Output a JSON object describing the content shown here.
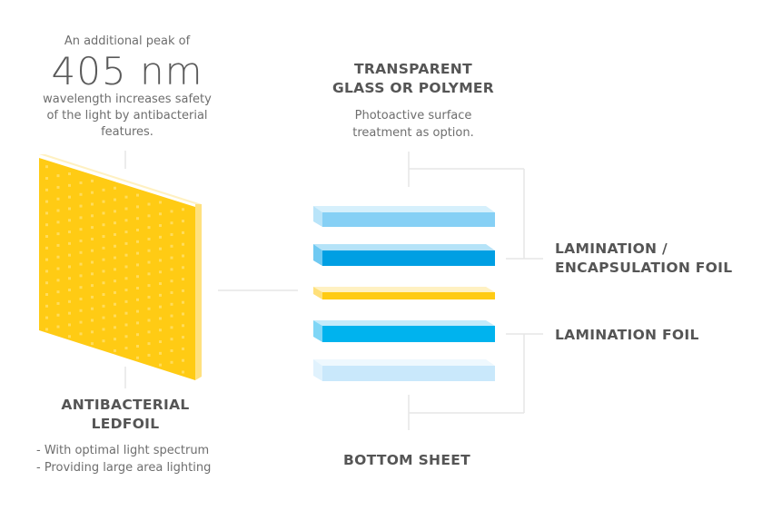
{
  "intro": {
    "lead": "An additional peak of",
    "highlight": "405 nm",
    "description_lines": [
      "wavelength increases safety",
      "of the light by antibacterial",
      "features."
    ]
  },
  "glass": {
    "title_lines": [
      "TRANSPARENT",
      "GLASS OR POLYMER"
    ],
    "description_lines": [
      "Photoactive surface",
      "treatment as option."
    ]
  },
  "ledfoil": {
    "title_lines": [
      "ANTIBACTERIAL",
      "LEDFOIL"
    ],
    "bullets": [
      "- With optimal light spectrum",
      "- Providing large area lighting"
    ]
  },
  "labels": {
    "lamination_encapsulation_lines": [
      "LAMINATION /",
      "ENCAPSULATION FOIL"
    ],
    "lamination": "LAMINATION FOIL",
    "bottom_sheet": "BOTTOM SHEET"
  },
  "layers": [
    {
      "name": "transparent-glass-layer",
      "front": "#86d0f5",
      "top": "#d6f0fc",
      "side": "#b9e4f9"
    },
    {
      "name": "lamination-encapsulation-foil-layer",
      "front": "#009fe3",
      "top": "#b5e3f8",
      "side": "#6fc9f2"
    },
    {
      "name": "ledfoil-layer",
      "front": "#ffcb14",
      "top": "#fff1c2",
      "side": "#ffe07a"
    },
    {
      "name": "lamination-foil-layer",
      "front": "#00b3ee",
      "top": "#c3ebfb",
      "side": "#7fd6f6"
    },
    {
      "name": "bottom-sheet-layer",
      "front": "#c9e8fb",
      "top": "#eef8fe",
      "side": "#e0f2fd"
    }
  ],
  "colors": {
    "panel_front": "#ffcb14",
    "panel_top": "#fff1c2",
    "panel_side": "#ffe17f",
    "panel_dot": "#ffdc5c",
    "connector": "#e6e6e6"
  }
}
